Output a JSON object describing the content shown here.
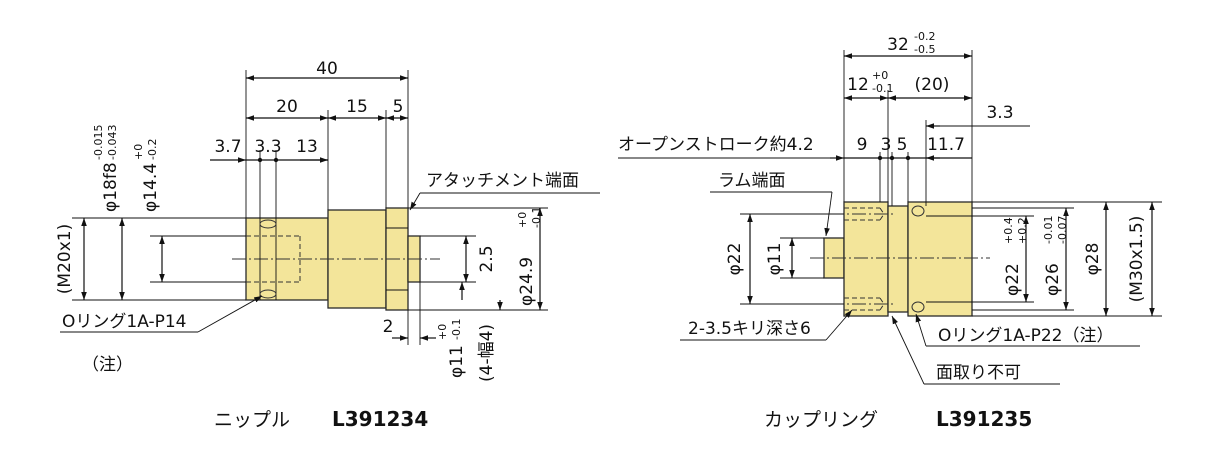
{
  "nipple": {
    "caption": "ニップル",
    "part_no": "L391234",
    "dims": {
      "d40": "40",
      "d20": "20",
      "d15": "15",
      "d5": "5",
      "d37": "3.7",
      "d33": "3.3",
      "d13": "13",
      "phi18": "φ18f8",
      "phi18_tol_up": "-0.015",
      "phi18_tol_lo": "-0.043",
      "phi14": "φ14.4",
      "phi14_tol_up": "+0",
      "phi14_tol_lo": "-0.2",
      "m20": "(M20x1)",
      "attach_face": "アタッチメント端面",
      "d25": "2.5",
      "phi249": "φ24.9",
      "phi249_tol_up": "+0",
      "phi249_tol_lo": "-0.1",
      "oring": "Oリング1A-P14",
      "note": "（注）",
      "d2": "2",
      "phi11": "φ11",
      "phi11_tol_up": "+0",
      "phi11_tol_lo": "-0.1",
      "width4": "(4-幅4)"
    }
  },
  "coupling": {
    "caption": "カップリング",
    "part_no": "L391235",
    "dims": {
      "d32": "32",
      "d32_tol_up": "-0.2",
      "d32_tol_lo": "-0.5",
      "d12": "12",
      "d12_tol_up": "+0",
      "d12_tol_lo": "-0.1",
      "d20p": "(20)",
      "d33": "3.3",
      "open_stroke": "オープンストローク約4.2",
      "d9": "9",
      "d3": "3",
      "d5": "5",
      "d117": "11.7",
      "ram_face": "ラム端面",
      "phi22": "φ22",
      "phi11": "φ11",
      "phi22b": "φ22",
      "phi22b_tol_up": "+0.4",
      "phi22b_tol_lo": "+0.2",
      "phi26": "φ26",
      "phi26_tol_up": "-0.01",
      "phi26_tol_lo": "-0.07",
      "phi28": "φ28",
      "m30": "(M30x1.5)",
      "drill": "2-3.5キリ深さ6",
      "oring": "Oリング1A-P22（注）",
      "no_chamfer": "面取り不可"
    }
  }
}
